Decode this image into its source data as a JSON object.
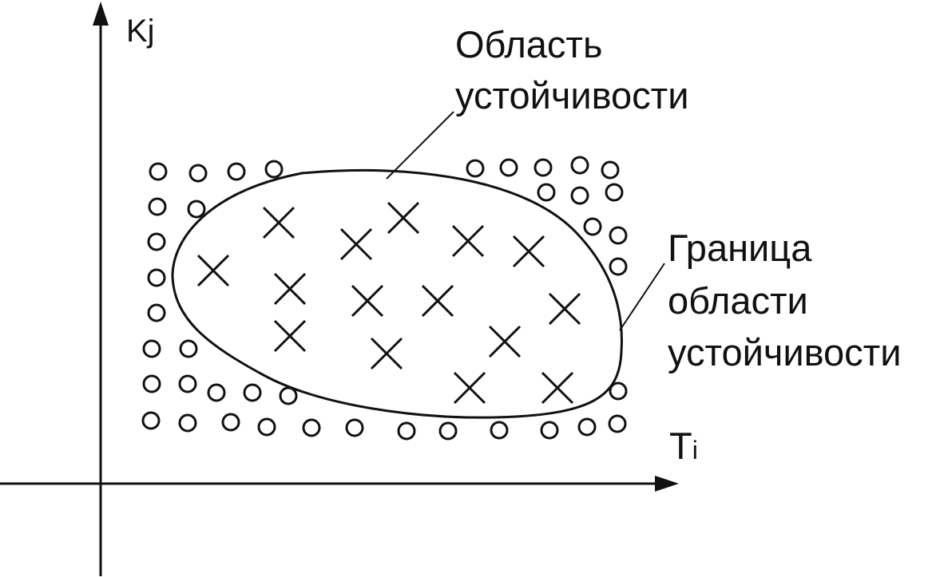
{
  "axes": {
    "y_label": "Kj",
    "x_label_main": "T",
    "x_label_sub": "i"
  },
  "labels": {
    "region_line1": "Область",
    "region_line2": "устойчивости",
    "boundary_line1": "Граница",
    "boundary_line2": "области",
    "boundary_line3": "устойчивости"
  },
  "legend_semantics": {
    "circle": "unstable point",
    "cross": "stable point"
  },
  "colors": {
    "ink": "#111111",
    "background": "#ffffff"
  }
}
